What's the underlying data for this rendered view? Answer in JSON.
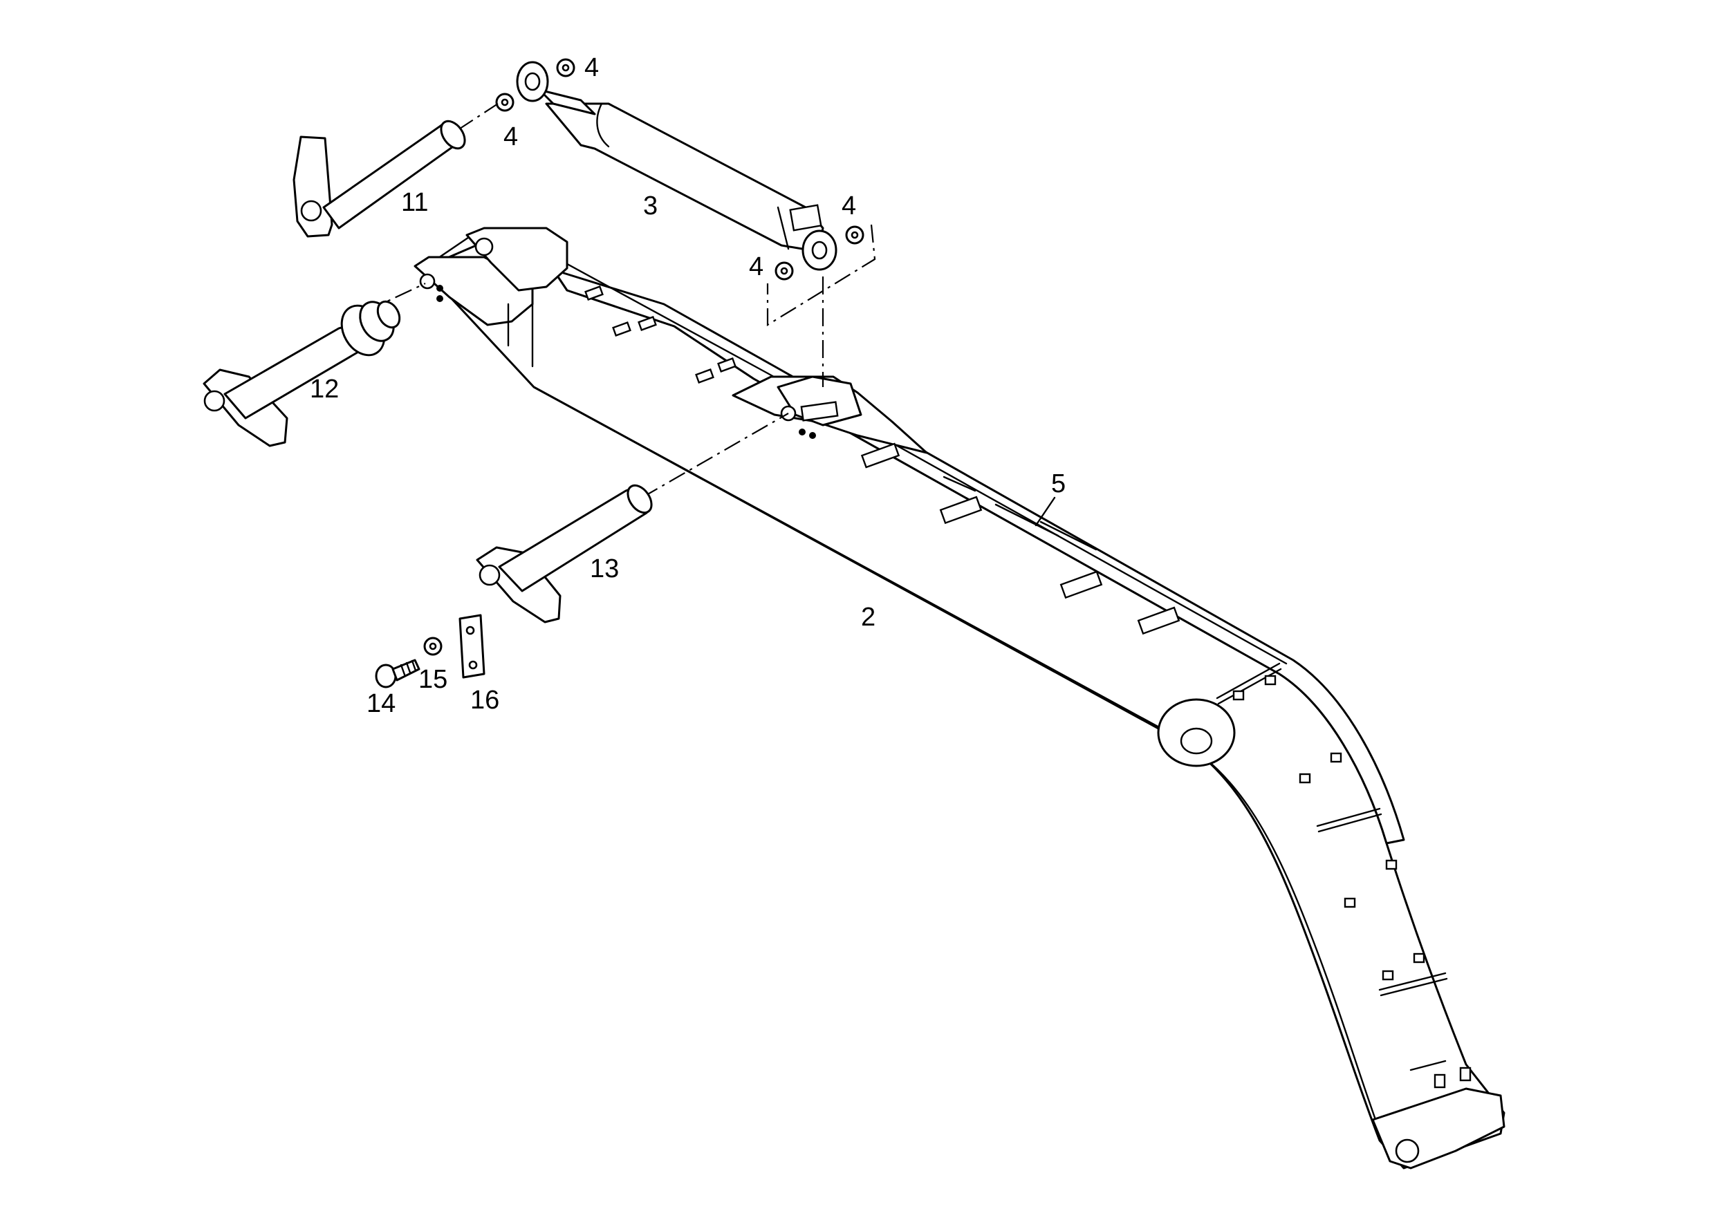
{
  "labels": {
    "boom": "2",
    "cylinder": "3",
    "washer_top_right": "4",
    "washer_top_left": "4",
    "washer_rod_right": "4",
    "washer_rod_left": "4",
    "line_assembly": "5",
    "pin_11": "11",
    "pin_12": "12",
    "pin_13": "13",
    "bolt": "14",
    "washer_15": "15",
    "plate_16": "16"
  }
}
